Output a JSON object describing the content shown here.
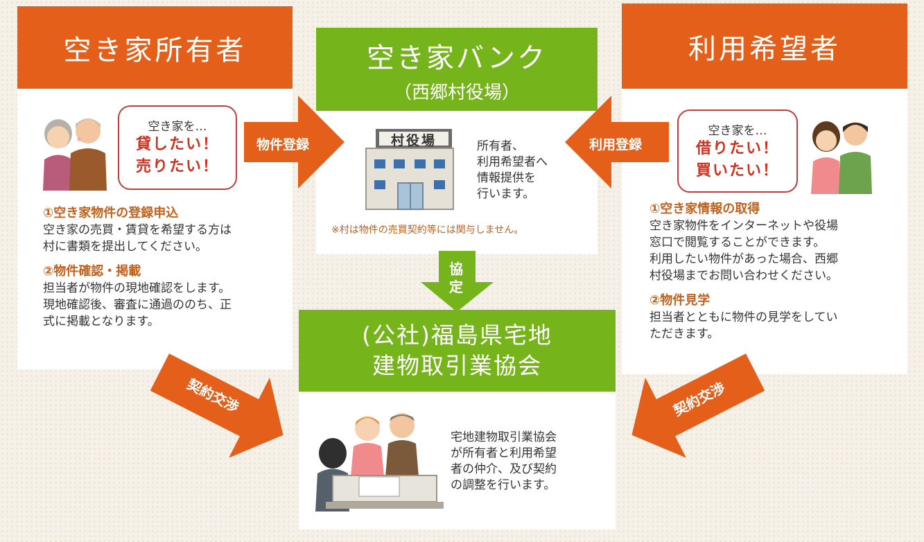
{
  "owner": {
    "title": "空き家所有者",
    "bubble": {
      "line1": "空き家を…",
      "line2": "貸したい！",
      "line3": "売りたい！"
    },
    "step1_title": "①空き家物件の登録申込",
    "step1_text": [
      "空き家の売買・賃貸を希望する方は",
      "村に書類を提出してください。"
    ],
    "step2_title": "②物件確認・掲載",
    "step2_text": [
      "担当者が物件の現地確認をします。",
      "現地確認後、審査に通過ののち、正",
      "式に掲載となります。"
    ]
  },
  "bank": {
    "title": "空き家バンク",
    "subtitle": "（西郷村役場）",
    "sign": "村役場",
    "info": [
      "所有者、",
      "利用希望者へ",
      "情報提供を",
      "行います。"
    ],
    "note": "※村は物件の売買契約等には関与しません。"
  },
  "user": {
    "title": "利用希望者",
    "bubble": {
      "line1": "空き家を…",
      "line2": "借りたい！",
      "line3": "買いたい！"
    },
    "step1_title": "①空き家情報の取得",
    "step1_text": [
      "空き家物件をインターネットや役場",
      "窓口で閲覧することができます。",
      "利用したい物件があった場合、西郷",
      "村役場までお問い合わせください。"
    ],
    "step2_title": "②物件見学",
    "step2_text": [
      "担当者とともに物件の見学をしてい",
      "ただきます。"
    ]
  },
  "association": {
    "title_line1": "(公社)福島県宅地",
    "title_line2": "建物取引業協会",
    "info": [
      "宅地建物取引業協会",
      "が所有者と利用希望",
      "者の仲介、及び契約",
      "の調整を行います。"
    ]
  },
  "arrows": {
    "owner_register": "物件登録",
    "user_register": "利用登録",
    "agreement_1": "協",
    "agreement_2": "定",
    "negotiation_left": "契約交渉",
    "negotiation_right": "契約交渉"
  },
  "colors": {
    "orange": "#e4601a",
    "green": "#76b41b",
    "highlight": "#d2301f",
    "step_title": "#c4601b"
  }
}
